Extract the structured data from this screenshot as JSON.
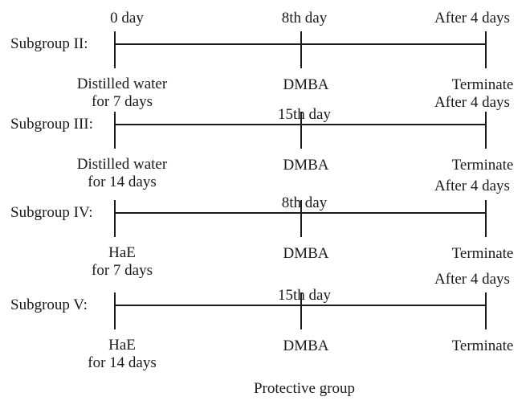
{
  "figure": {
    "caption": "Protective group",
    "subgroups": [
      {
        "name": "Subgroup II:",
        "start_time": "0 day",
        "mid_time": "8th day",
        "end_time": "After 4 days",
        "start_event_line1": "Distilled water",
        "start_event_line2": "for 7 days",
        "mid_event": "DMBA",
        "end_event": "Terminate"
      },
      {
        "name": "Subgroup III:",
        "mid_time": "15th day",
        "end_time": "After 4 days",
        "start_event_line1": "Distilled water",
        "start_event_line2": "for 14 days",
        "mid_event": "DMBA",
        "end_event": "Terminate"
      },
      {
        "name": "Subgroup IV:",
        "mid_time": "8th day",
        "end_time": "After 4 days",
        "start_event_line1": "HaE",
        "start_event_line2": "for 7 days",
        "mid_event": "DMBA",
        "end_event": "Terminate"
      },
      {
        "name": "Subgroup V:",
        "mid_time": "15th day",
        "end_time": "After 4 days",
        "start_event_line1": "HaE",
        "start_event_line2": "for 14 days",
        "mid_event": "DMBA",
        "end_event": "Terminate"
      }
    ]
  }
}
